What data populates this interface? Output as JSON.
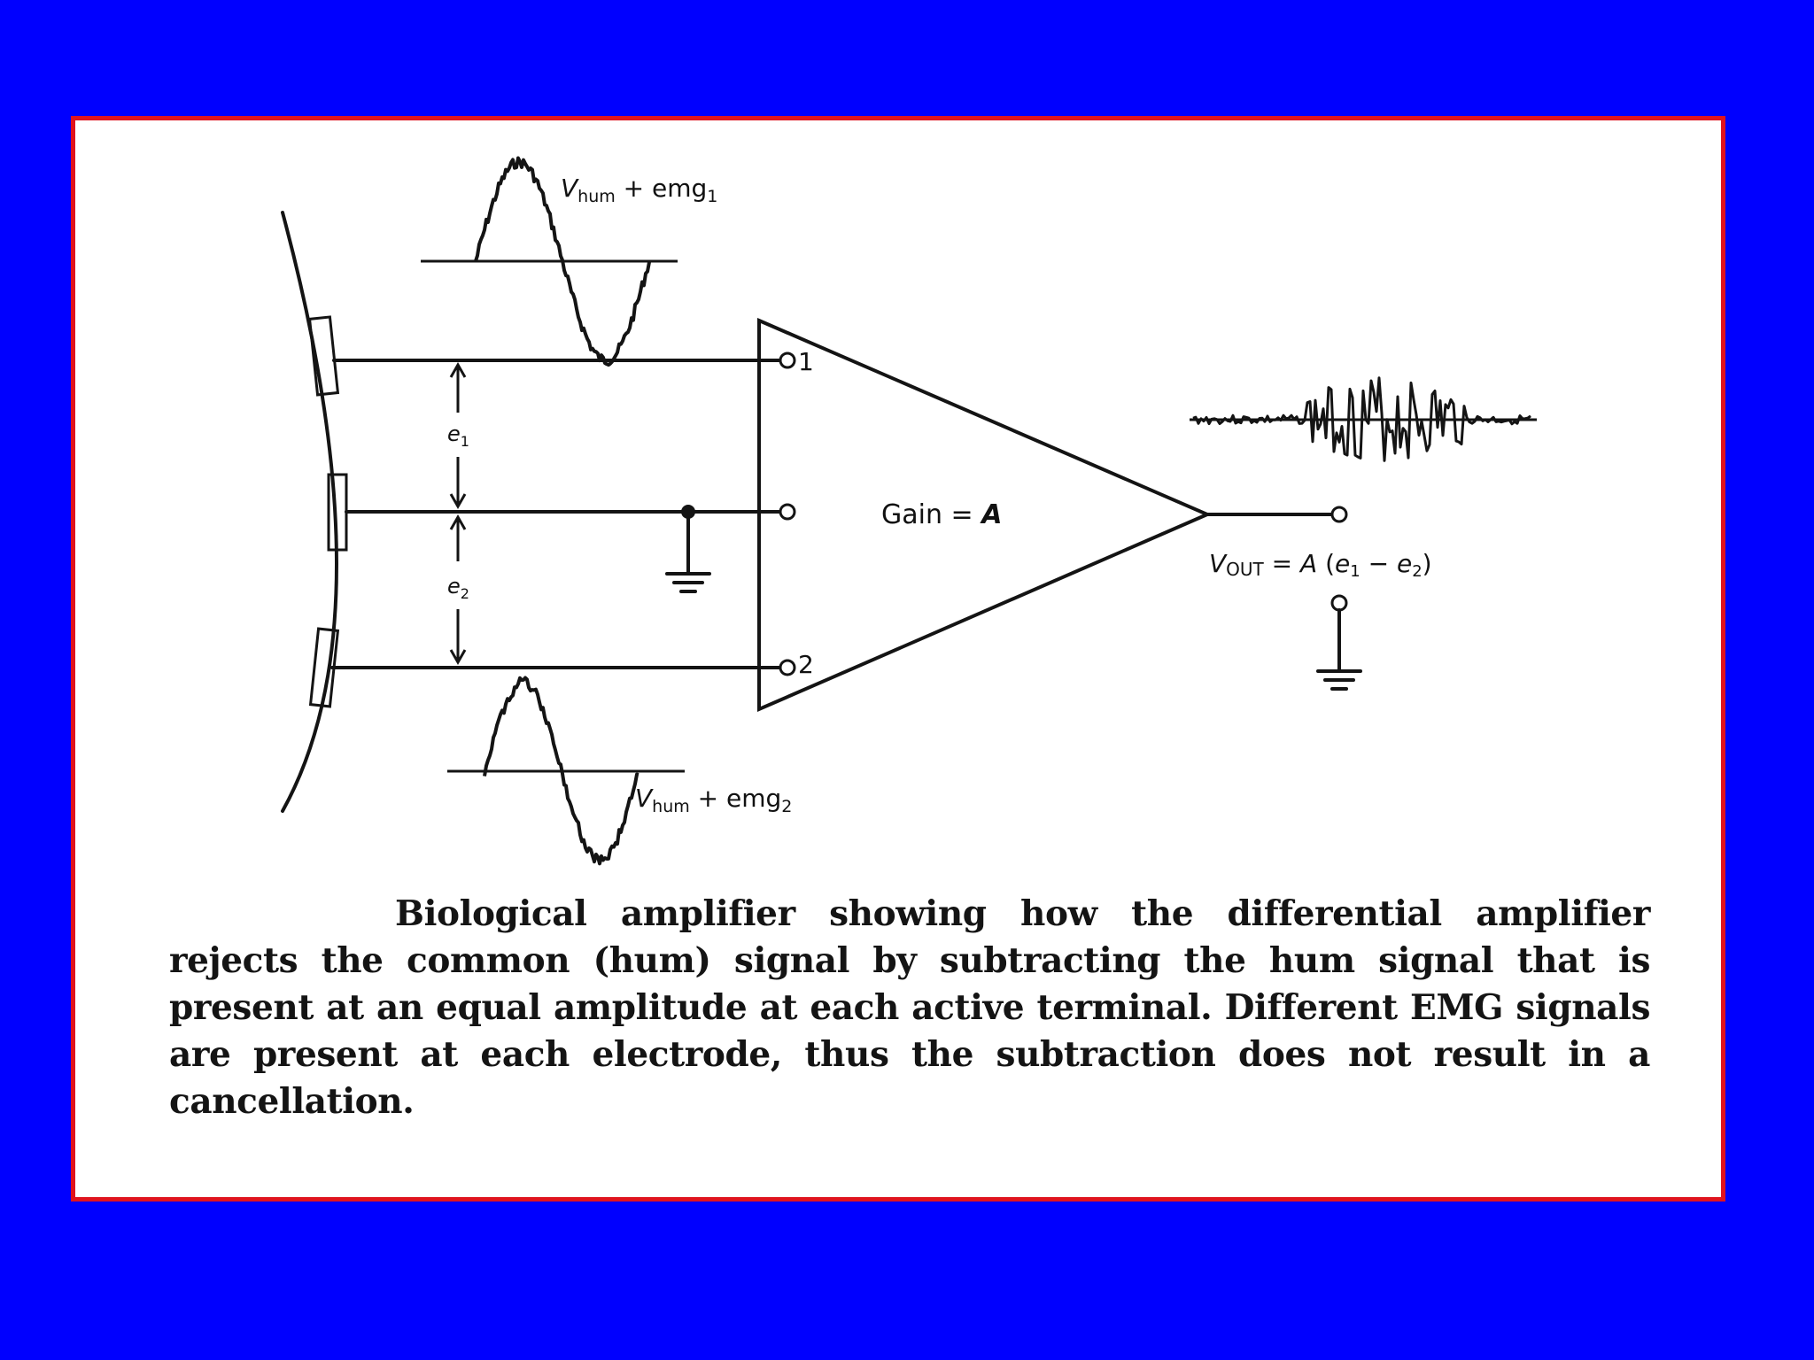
{
  "colors": {
    "background": "#0000ff",
    "panel_border": "#e0141e",
    "panel": "#ffffff",
    "ink": "#141414"
  },
  "labels": {
    "input1_signal": {
      "v": "V",
      "sub": "hum",
      "rest": " + emg",
      "idx": "1"
    },
    "input2_signal": {
      "v": "V",
      "sub": "hum",
      "rest": " + emg",
      "idx": "2"
    },
    "e1": {
      "e": "e",
      "idx": "1"
    },
    "e2": {
      "e": "e",
      "idx": "2"
    },
    "terminal1": "1",
    "terminal2": "2",
    "gain": {
      "text": "Gain = ",
      "var": "A"
    },
    "vout": {
      "v": "V",
      "sub": "OUT",
      "eq": " = ",
      "a": "A",
      "open": " (",
      "e1": "e",
      "i1": "1",
      "minus": " − ",
      "e2": "e",
      "i2": "2",
      "close": ")"
    }
  },
  "caption": "Biological amplifier showing how the differential amplifier rejects the common (hum) signal by subtracting the hum signal that is present at an equal amplitude at each active terminal. Different EMG signals are present at each electrode, thus the subtraction does not result in a cancellation."
}
